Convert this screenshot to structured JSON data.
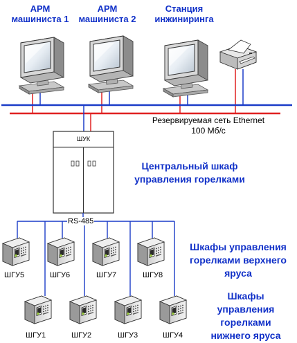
{
  "workstations": [
    {
      "title": "АРМ машиниста 1",
      "line1": "АРМ",
      "line2": "машиниста 1"
    },
    {
      "title": "АРМ машиниста 2",
      "line1": "АРМ",
      "line2": "машиниста 2"
    },
    {
      "title": "Станция инжиниринга",
      "line1": "Станция",
      "line2": "инжиниринга"
    }
  ],
  "network": {
    "line1": "Резервируемая сеть Ethernet",
    "line2": "100 Мб/с"
  },
  "cabinet": {
    "label": "ШУК",
    "bus": "RS-485"
  },
  "central": {
    "line1": "Центральный шкаф",
    "line2": "управления горелками"
  },
  "upper_tier": {
    "line1": "Шкафы управления",
    "line2": "горелками верхнего",
    "line3": "яруса",
    "units": [
      "ШГУ5",
      "ШГУ6",
      "ШГУ7",
      "ШГУ8"
    ]
  },
  "lower_tier": {
    "line1": "Шкафы",
    "line2": "управления",
    "line3": "горелками",
    "line4": "нижнего яруса",
    "units": [
      "ШГУ1",
      "ШГУ2",
      "ШГУ3",
      "ШГУ4"
    ]
  },
  "colors": {
    "ethernet_blue": "#1a3cc8",
    "ethernet_red": "#e02020",
    "bus_blue": "#1a3cc8",
    "title_blue": "#1030c8"
  }
}
